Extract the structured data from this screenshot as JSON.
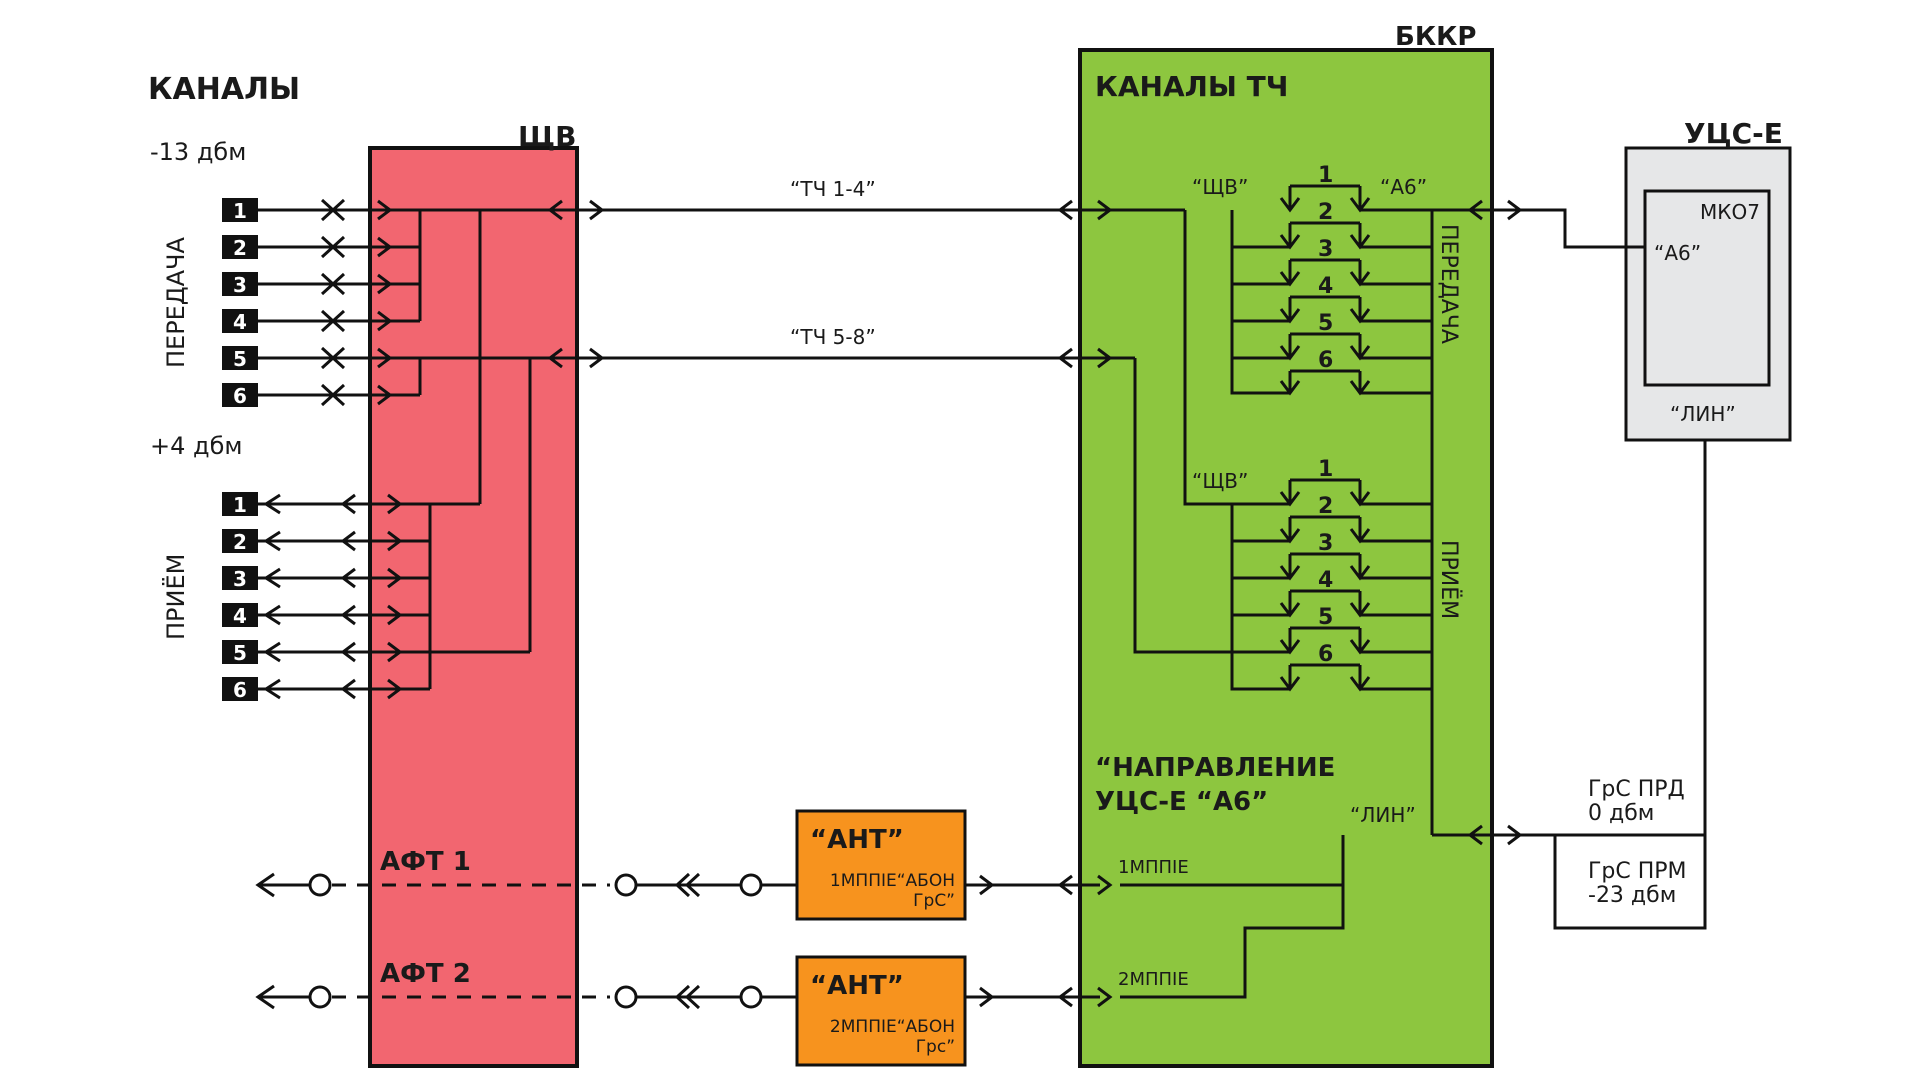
{
  "left": {
    "title": "КАНАЛЫ",
    "level_tx": "-13 дбм",
    "level_rx": "+4 дбм",
    "label_tx": "ПЕРЕДАЧА",
    "label_rx": "ПРИЁМ",
    "channels_tx": [
      "1",
      "2",
      "3",
      "4",
      "5",
      "6"
    ],
    "channels_rx": [
      "1",
      "2",
      "3",
      "4",
      "5",
      "6"
    ]
  },
  "shchv": {
    "title": "ЩВ",
    "aft1": "АФТ 1",
    "aft2": "АФТ 2"
  },
  "links": {
    "tch14": "“ТЧ 1-4”",
    "tch58": "“ТЧ 5-8”"
  },
  "ant": [
    {
      "title": "“АНТ”",
      "line1": "1МППIЕ“АБОН",
      "line2": "ГрС”"
    },
    {
      "title": "“АНТ”",
      "line1": "2МППIЕ“АБОН",
      "line2": "Грс”"
    }
  ],
  "bkkr": {
    "label": "БККР",
    "title": "КАНАЛЫ ТЧ",
    "shchv_tx": "“ЩВ”",
    "a6_tx": "“А6”",
    "shchv_rx": "“ЩВ”",
    "tx_label": "ПЕРЕДАЧА",
    "rx_label": "ПРИЁМ",
    "tx_numbers": [
      "1",
      "2",
      "3",
      "4",
      "5",
      "6"
    ],
    "rx_numbers": [
      "1",
      "2",
      "3",
      "4",
      "5",
      "6"
    ],
    "direction_line1": "“НАПРАВЛЕНИЕ",
    "direction_line2": "УЦС-Е “А6”",
    "lin": "“ЛИН”",
    "mppie1": "1МППIЕ",
    "mppie2": "2МППIЕ"
  },
  "ucs": {
    "title": "УЦС-Е",
    "mko": "МКО7",
    "a6": "“А6”",
    "lin": "“ЛИН”",
    "grs_prd_1": "ГрС ПРД",
    "grs_prd_2": "0 дбм",
    "grs_prm_1": "ГрС ПРМ",
    "grs_prm_2": "-23 дбм"
  },
  "colors": {
    "shchv_fill": "#f26670",
    "bkkr_fill": "#8dc63f",
    "ant_fill": "#f7931e",
    "ucs_fill": "#e6e7e8",
    "line": "#111111"
  }
}
